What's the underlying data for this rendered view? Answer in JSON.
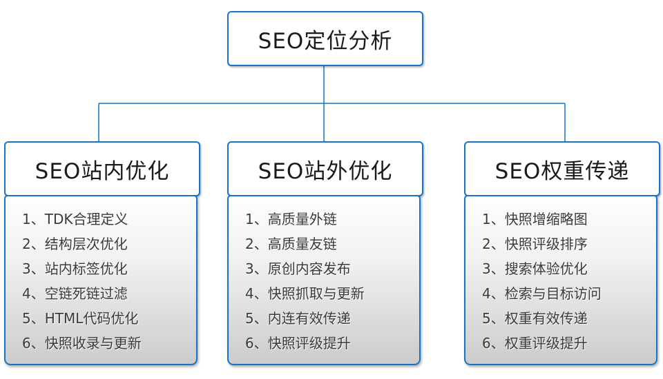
{
  "accent_color": "#1374c8",
  "list_gradient_top": "#fefefe",
  "list_gradient_bottom": "#cbcbcb",
  "text_color": "#1a1a1a",
  "list_text_color": "#3a3a3a",
  "root": {
    "label": "SEO定位分析"
  },
  "columns": [
    {
      "title": "SEO站内优化",
      "items": [
        "1、TDK合理定义",
        "2、结构层次优化",
        "3、站内标签优化",
        "4、空链死链过滤",
        "5、HTML代码优化",
        "6、快照收录与更新"
      ]
    },
    {
      "title": "SEO站外优化",
      "items": [
        "1、高质量外链",
        "2、高质量友链",
        "3、原创内容发布",
        "4、快照抓取与更新",
        "5、内连有效传递",
        "6、快照评级提升"
      ]
    },
    {
      "title": "SEO权重传递",
      "items": [
        "1、快照增缩略图",
        "2、快照评级排序",
        "3、搜索体验优化",
        "4、检索与目标访问",
        "5、权重有效传递",
        "6、权重评级提升"
      ]
    }
  ]
}
